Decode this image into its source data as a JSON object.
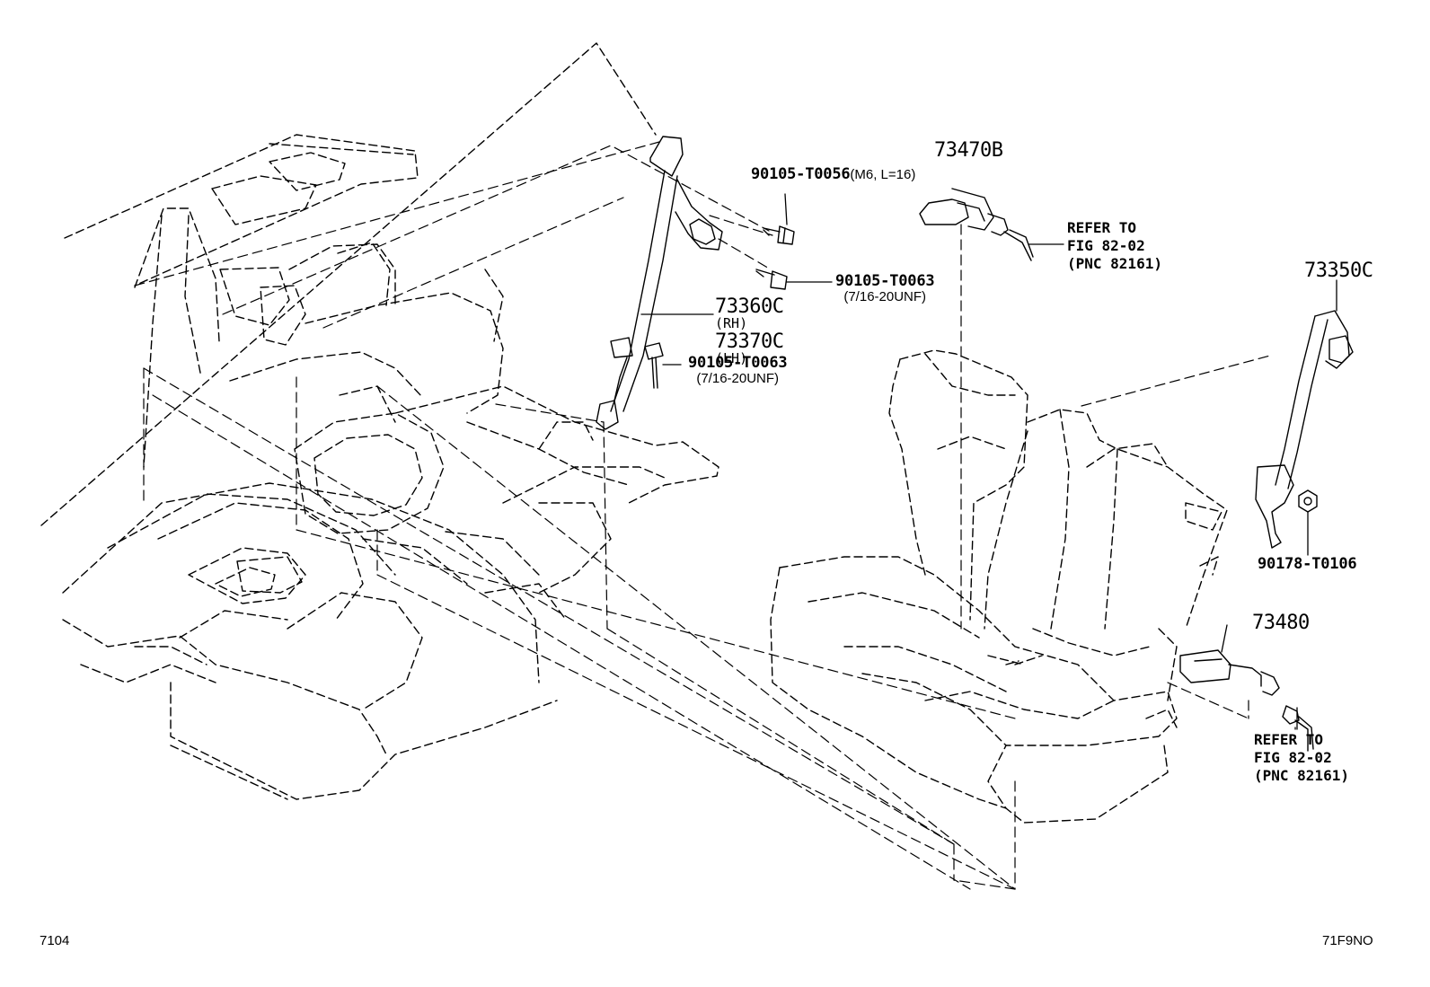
{
  "parts": {
    "bolt_m6": {
      "number": "90105-T0056",
      "spec": "(M6, L=16)"
    },
    "belt_front": {
      "rh": "73360C",
      "rh_side": "(RH)",
      "lh": "73370C",
      "lh_side": "(LH)"
    },
    "bolt_upper": {
      "number": "90105-T0063",
      "spec": "(7/16-20UNF)"
    },
    "bolt_lower": {
      "number": "90105-T0063",
      "spec": "(7/16-20UNF)"
    },
    "buckle_center": {
      "number": "73470B"
    },
    "belt_rear": {
      "number": "73350C"
    },
    "nut": {
      "number": "90178-T0106"
    },
    "buckle_side": {
      "number": "73480"
    }
  },
  "references": {
    "upper": {
      "line1": "REFER TO",
      "line2": "FIG 82-02",
      "line3": "(PNC 82161)"
    },
    "lower": {
      "line1": "REFER TO",
      "line2": "FIG 82-02",
      "line3": "(PNC 82161)"
    }
  },
  "footer": {
    "left_code": "7104",
    "right_code": "71F9NO"
  }
}
